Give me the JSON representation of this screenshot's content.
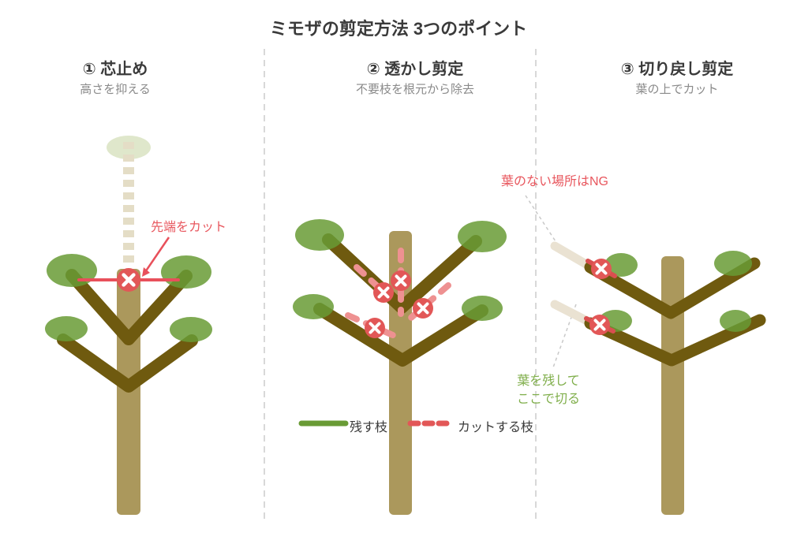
{
  "title": "ミモザの剪定方法 3つのポイント",
  "panels": [
    {
      "heading": "① 芯止め",
      "subtitle": "高さを抑える",
      "annotation": "先端をカット"
    },
    {
      "heading": "② 透かし剪定",
      "subtitle": "不要枝を根元から除去"
    },
    {
      "heading": "③ 切り戻し剪定",
      "subtitle": "葉の上でカット",
      "ng_note": "葉のない場所はNG",
      "ok_note_line1": "葉を残して",
      "ok_note_line2": "ここで切る"
    }
  ],
  "legend": {
    "keep_label": "残す枝",
    "cut_label": "カットする枝"
  },
  "colors": {
    "leaf_green": "#7aa845",
    "branch_brown": "#6f5a0f",
    "trunk_tan": "#ab985c",
    "cut_red": "#e25757",
    "cut_pink_dash": "#ee9191",
    "annotation_red": "#e8575e",
    "annotation_green": "#7fae4a",
    "ghost_beige": "#e4ddc6",
    "divider_gray": "#d8d8d8"
  }
}
